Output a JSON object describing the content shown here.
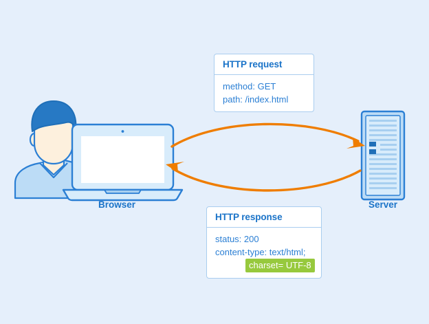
{
  "diagram": {
    "title_hidden": "",
    "background_color": "#e5effb",
    "accent_blue": "#1a73c8",
    "text_blue": "#2b7fd4",
    "arrow_orange": "#ef7d00",
    "highlight_green": "#97c93d"
  },
  "nodes": {
    "browser": {
      "label": "Browser",
      "icon": "laptop-with-user-icon"
    },
    "server": {
      "label": "Server",
      "icon": "server-rack-icon"
    }
  },
  "arrows": {
    "request_arrow": {
      "direction": "browser-to-server",
      "color": "#ef7d00"
    },
    "response_arrow": {
      "direction": "server-to-browser",
      "color": "#ef7d00"
    }
  },
  "request_box": {
    "title": "HTTP request",
    "lines": [
      {
        "text": "method: GET",
        "indented": false,
        "highlight": false
      },
      {
        "text": "path: /index.html",
        "indented": false,
        "highlight": false
      }
    ]
  },
  "response_box": {
    "title": "HTTP response",
    "lines": [
      {
        "text": "status: 200",
        "indented": false,
        "highlight": false
      },
      {
        "text": "content-type: text/html;",
        "indented": false,
        "highlight": false
      },
      {
        "text": "charset= UTF-8",
        "indented": true,
        "highlight": true
      }
    ]
  }
}
